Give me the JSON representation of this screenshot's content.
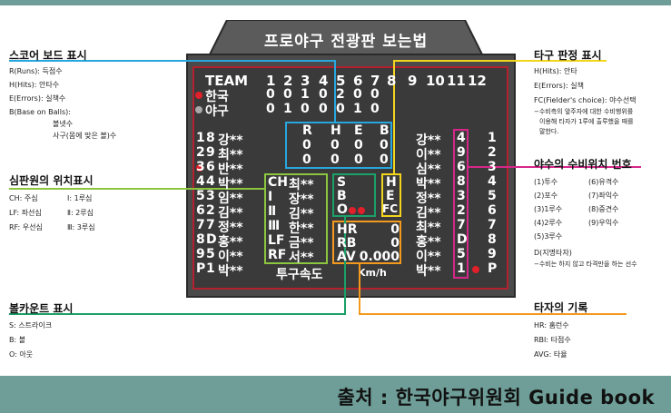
{
  "title": "프로야구 전광판 보는법",
  "footer": "출처 : 한국야구위원회 Guide book",
  "board": {
    "header": "TEAM",
    "innings": [
      "1",
      "2",
      "3",
      "4",
      "5",
      "6",
      "7",
      "8",
      "9",
      "10",
      "11",
      "12"
    ],
    "teams": [
      {
        "name": "한국",
        "scores": [
          "0",
          "0",
          "1",
          "0",
          "2",
          "0",
          "0"
        ]
      },
      {
        "name": "야구",
        "scores": [
          "0",
          "1",
          "0",
          "0",
          "0",
          "1",
          "0"
        ]
      }
    ],
    "rhe": {
      "labels": [
        "R",
        "H",
        "E",
        "B"
      ],
      "row1": [
        "0",
        "0",
        "0",
        "0"
      ],
      "row2": [
        "0",
        "0",
        "0",
        "0"
      ]
    },
    "left_lineup": [
      {
        "no": "1",
        "pos": "8",
        "name": "강**"
      },
      {
        "no": "2",
        "pos": "9",
        "name": "최**"
      },
      {
        "no": "3",
        "pos": "6",
        "name": "반**"
      },
      {
        "no": "4",
        "pos": "4",
        "name": "박**"
      },
      {
        "no": "5",
        "pos": "3",
        "name": "임**"
      },
      {
        "no": "6",
        "pos": "2",
        "name": "김**"
      },
      {
        "no": "7",
        "pos": "7",
        "name": "정**"
      },
      {
        "no": "8",
        "pos": "D",
        "name": "홍**"
      },
      {
        "no": "9",
        "pos": "5",
        "name": "이**"
      },
      {
        "no": "P",
        "pos": "1",
        "name": "박**"
      }
    ],
    "umpires": [
      {
        "pos": "CH",
        "name": "최**"
      },
      {
        "pos": "Ⅰ",
        "name": "장**"
      },
      {
        "pos": "Ⅱ",
        "name": "김**"
      },
      {
        "pos": "Ⅲ",
        "name": "한**"
      },
      {
        "pos": "LF",
        "name": "금**"
      },
      {
        "pos": "RF",
        "name": "서**"
      }
    ],
    "speed_label": "투구속도",
    "speed_unit": "Km/h",
    "count": [
      "S",
      "B",
      "O"
    ],
    "judge": [
      "H",
      "E",
      "FC"
    ],
    "stats": [
      {
        "label": "HR",
        "value": "0"
      },
      {
        "label": "RB",
        "value": "0"
      },
      {
        "label": "AV",
        "value": "0.000"
      }
    ],
    "right_lineup": [
      {
        "name": "강**",
        "pos": "4",
        "no": "1"
      },
      {
        "name": "이**",
        "pos": "9",
        "no": "2"
      },
      {
        "name": "심**",
        "pos": "6",
        "no": "3"
      },
      {
        "name": "박**",
        "pos": "8",
        "no": "4"
      },
      {
        "name": "정**",
        "pos": "3",
        "no": "5"
      },
      {
        "name": "김**",
        "pos": "2",
        "no": "6"
      },
      {
        "name": "최**",
        "pos": "7",
        "no": "7"
      },
      {
        "name": "홍**",
        "pos": "D",
        "no": "8"
      },
      {
        "name": "이**",
        "pos": "5",
        "no": "9"
      },
      {
        "name": "박**",
        "pos": "1",
        "no": "P"
      }
    ]
  },
  "annotations": {
    "scoreboard": {
      "title": "스코어 보드 표시",
      "lines": [
        "R(Runs): 득점수",
        "H(Hits): 안타수",
        "E(Errors): 실책수",
        "B(Base on Balls):",
        "볼넷수",
        "사구(몸에 맞은 볼)수"
      ]
    },
    "umpire": {
      "title": "심판원의 위치표시",
      "lines": [
        "CH: 주심",
        "LF: 좌선심",
        "RF: 우선심"
      ],
      "lines2": [
        "Ⅰ: 1루심",
        "Ⅱ: 2루심",
        "Ⅲ: 3루심"
      ]
    },
    "count": {
      "title": "볼카운트 표시",
      "lines": [
        "S: 스트라이크",
        "B: 볼",
        "O: 아웃"
      ]
    },
    "judge": {
      "title": "타구 판정 표시",
      "lines": [
        "H(Hits): 안타",
        "E(Errors): 실책",
        "FC(Fielder's choice): 야수선택",
        "−수비측의 앞주자에 대한 수비행위를",
        "이용해 타자가 1루에 출루했을 때를",
        "말한다."
      ]
    },
    "position": {
      "title": "야수의 수비위치 번호",
      "col1": [
        "(1)투수",
        "(2)포수",
        "(3)1루수",
        "(4)2루수",
        "(5)3루수"
      ],
      "col2": [
        "(6)유격수",
        "(7)좌익수",
        "(8)중견수",
        "(9)우익수"
      ],
      "dh": "D(지명타자)",
      "dh_note": "−수비는 하지 않고 타격만을 하는 선수"
    },
    "batter": {
      "title": "타자의 기록",
      "lines": [
        "HR: 홈런수",
        "RBI: 타점수",
        "AVG: 타율"
      ]
    }
  },
  "colors": {
    "scoreboard": "#28a7de",
    "umpire": "#8cc63f",
    "count": "#1aa068",
    "judge": "#f4d51d",
    "position": "#d6268a",
    "batter": "#f39a1e",
    "frame": "#b3202e"
  }
}
